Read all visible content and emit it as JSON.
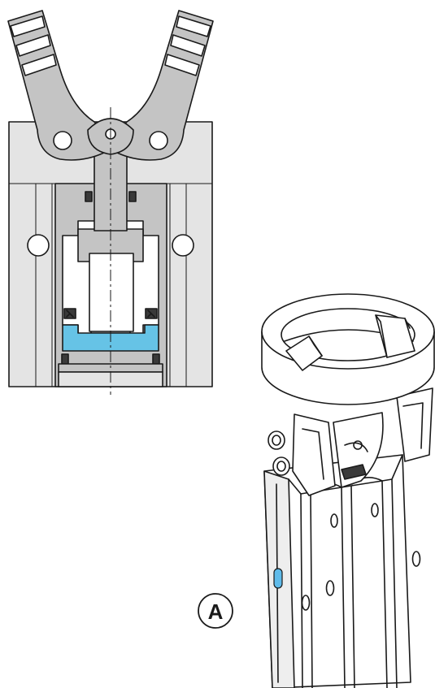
{
  "colors": {
    "line": "#1a1a1a",
    "body_gray": "#c4c4c4",
    "light_gray": "#e4e4e4",
    "seal_dark": "#3a3a3a",
    "chamber_blue": "#66c3e6",
    "port_blue": "#5fbbea",
    "background": "#ffffff"
  },
  "icons": {
    "section_view": "gripper-cross-section",
    "iso_view": "gripper-isometric"
  },
  "callout": {
    "label": "A"
  }
}
